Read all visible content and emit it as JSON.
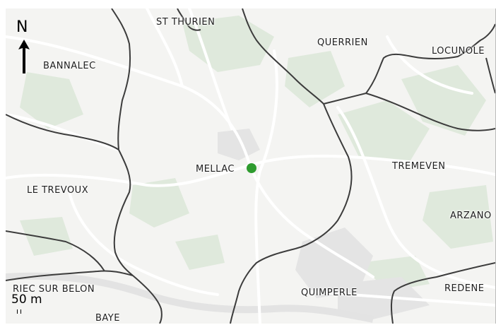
{
  "map": {
    "north_label": "N",
    "scale_label": "50 m",
    "places": [
      {
        "id": "st-thurien",
        "name": "ST THURIEN"
      },
      {
        "id": "querrien",
        "name": "QUERRIEN"
      },
      {
        "id": "locunole",
        "name": "LOCUNOLE"
      },
      {
        "id": "bannalec",
        "name": "BANNALEC"
      },
      {
        "id": "mellac",
        "name": "MELLAC"
      },
      {
        "id": "tremeven",
        "name": "TREMEVEN"
      },
      {
        "id": "le-trevoux",
        "name": "LE TREVOUX"
      },
      {
        "id": "arzano",
        "name": "ARZANO"
      },
      {
        "id": "riec-sur-belon",
        "name": "RIEC SUR BELON"
      },
      {
        "id": "quimperle",
        "name": "QUIMPERLE"
      },
      {
        "id": "redene",
        "name": "REDENE"
      },
      {
        "id": "baye",
        "name": "BAYE"
      }
    ],
    "marker": {
      "name": "mellac-location-marker",
      "color": "#2e9b2e"
    },
    "colors": {
      "background": "#f4f4f2",
      "forest": "#dfe9dc",
      "roads": "#ffffff",
      "boundaries": "#3c3c3c",
      "urban": "#e4e4e4"
    }
  }
}
